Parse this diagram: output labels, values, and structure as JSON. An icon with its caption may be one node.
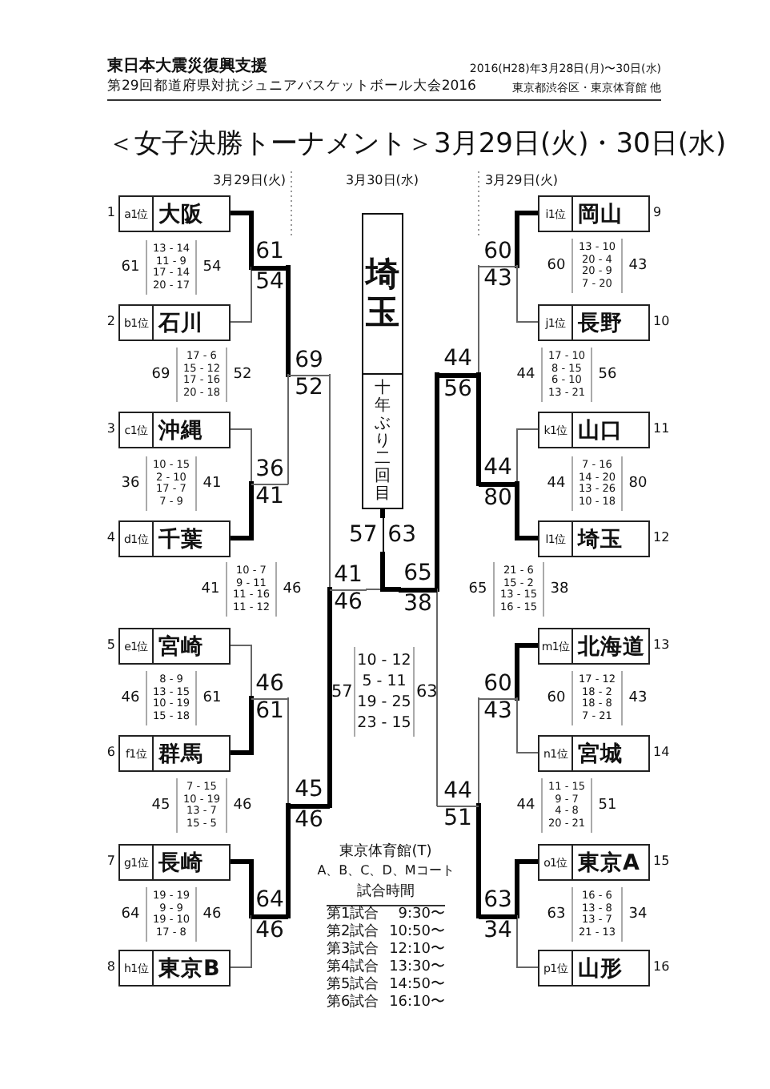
{
  "diagram": {
    "title": "＜女子決勝トーナメント＞3月29日(火)・30日(水)",
    "nodes": [
      {
        "text": [
          "a1位",
          "大阪"
        ],
        "beside": [
          "1"
        ]
      },
      {
        "text": [
          "b1位",
          "石川"
        ],
        "beside": [
          "2"
        ]
      },
      {
        "text": [
          "c1位",
          "沖縄"
        ],
        "beside": [
          "3"
        ]
      },
      {
        "text": [
          "d1位",
          "千葉"
        ],
        "beside": [
          "4"
        ]
      },
      {
        "text": [
          "e1位",
          "宮崎"
        ],
        "beside": [
          "5"
        ]
      },
      {
        "text": [
          "f1位",
          "群馬"
        ],
        "beside": [
          "6"
        ]
      },
      {
        "text": [
          "g1位",
          "長崎"
        ],
        "beside": [
          "7"
        ]
      },
      {
        "text": [
          "h1位",
          "東京B"
        ],
        "beside": [
          "8"
        ]
      },
      {
        "text": [
          "i1位",
          "岡山"
        ],
        "beside": [
          "9"
        ]
      },
      {
        "text": [
          "j1位",
          "長野"
        ],
        "beside": [
          "10"
        ]
      },
      {
        "text": [
          "k1位",
          "山口"
        ],
        "beside": [
          "11"
        ]
      },
      {
        "text": [
          "l1位",
          "埼玉"
        ],
        "beside": [
          "12"
        ]
      },
      {
        "text": [
          "m1位",
          "北海道"
        ],
        "beside": [
          "13"
        ]
      },
      {
        "text": [
          "n1位",
          "宮城"
        ],
        "beside": [
          "14"
        ]
      },
      {
        "text": [
          "o1位",
          "東京A"
        ],
        "beside": [
          "15"
        ]
      },
      {
        "text": [
          "p1位",
          "山形"
        ],
        "beside": [
          "16"
        ]
      },
      {
        "text": [
          "埼玉",
          "十年ぶり二回目"
        ]
      },
      {
        "text": [
          "57",
          "63"
        ]
      },
      {
        "text": [
          "61",
          "54"
        ]
      },
      {
        "text": [
          "36",
          "41"
        ]
      },
      {
        "text": [
          "69",
          "52"
        ]
      },
      {
        "text": [
          "46",
          "61"
        ]
      },
      {
        "text": [
          "64",
          "46"
        ]
      },
      {
        "text": [
          "45",
          "46"
        ]
      },
      {
        "text": [
          "41",
          "46"
        ]
      },
      {
        "text": [
          "60",
          "43"
        ]
      },
      {
        "text": [
          "44",
          "80"
        ]
      },
      {
        "text": [
          "44",
          "56"
        ]
      },
      {
        "text": [
          "60",
          "43"
        ]
      },
      {
        "text": [
          "63",
          "34"
        ]
      },
      {
        "text": [
          "44",
          "51"
        ]
      },
      {
        "text": [
          "65",
          "38"
        ]
      }
    ],
    "edges": [
      {
        "from": 0,
        "to": 18,
        "arrow": "none"
      },
      {
        "from": 1,
        "to": 18,
        "arrow": "none",
        "color": "#666666"
      },
      {
        "from": 2,
        "to": 19,
        "arrow": "none",
        "color": "#666666"
      },
      {
        "from": 3,
        "to": 19,
        "arrow": "none"
      },
      {
        "from": 18,
        "to": 20,
        "arrow": "none"
      },
      {
        "from": 19,
        "to": 20,
        "arrow": "none",
        "color": "#666666"
      },
      {
        "from": 4,
        "to": 21,
        "arrow": "none",
        "color": "#666666"
      },
      {
        "from": 5,
        "to": 21,
        "arrow": "none"
      },
      {
        "from": 6,
        "to": 22,
        "arrow": "none"
      },
      {
        "from": 7,
        "to": 22,
        "arrow": "none",
        "color": "#666666"
      },
      {
        "from": 21,
        "to": 23,
        "arrow": "none",
        "color": "#666666"
      },
      {
        "from": 22,
        "to": 23,
        "arrow": "none"
      },
      {
        "from": 20,
        "to": 24,
        "arrow": "none",
        "color": "#666666"
      },
      {
        "from": 23,
        "to": 24,
        "arrow": "none"
      },
      {
        "from": 8,
        "to": 25,
        "arrow": "none"
      },
      {
        "from": 9,
        "to": 25,
        "arrow": "none",
        "color": "#666666"
      },
      {
        "from": 10,
        "to": 26,
        "arrow": "none",
        "color": "#666666"
      },
      {
        "from": 11,
        "to": 26,
        "arrow": "none"
      },
      {
        "from": 25,
        "to": 27,
        "arrow": "none",
        "color": "#666666"
      },
      {
        "from": 26,
        "to": 27,
        "arrow": "none"
      },
      {
        "from": 12,
        "to": 28,
        "arrow": "none"
      },
      {
        "from": 13,
        "to": 28,
        "arrow": "none",
        "color": "#666666"
      },
      {
        "from": 14,
        "to": 29,
        "arrow": "none"
      },
      {
        "from": 15,
        "to": 29,
        "arrow": "none",
        "color": "#666666"
      },
      {
        "from": 28,
        "to": 30,
        "arrow": "none",
        "color": "#666666"
      },
      {
        "from": 29,
        "to": 30,
        "arrow": "none"
      },
      {
        "from": 27,
        "to": 31,
        "arrow": "none"
      },
      {
        "from": 30,
        "to": 31,
        "arrow": "none",
        "color": "#666666"
      },
      {
        "from": 24,
        "to": 17,
        "arrow": "none",
        "color": "#666666"
      },
      {
        "from": 31,
        "to": 17,
        "arrow": "none"
      },
      {
        "from": 17,
        "to": 16,
        "arrow": "none"
      }
    ],
    "labels": [
      "東日本大震災復興支援",
      "2016(H28)年3月28日(月)〜30日(水)",
      "第29回都道府県対抗ジュニアバスケットボール大会2016",
      "東京都渋谷区・東京体育館 他",
      "3月29日(火)",
      "3月30日(水)",
      "3月29日(火)",
      "61",
      "13 - 14",
      "11 - 9",
      "17 - 14",
      "20 - 17",
      "54",
      "69",
      "17 - 6",
      "15 - 12",
      "17 - 16",
      "20 - 18",
      "52",
      "36",
      "10 - 15",
      "2 - 10",
      "17 - 7",
      "7 - 9",
      "41",
      "41",
      "10 - 7",
      "9 - 11",
      "11 - 16",
      "11 - 12",
      "46",
      "46",
      "8 - 9",
      "13 - 15",
      "10 - 19",
      "15 - 18",
      "61",
      "45",
      "7 - 15",
      "10 - 19",
      "13 - 7",
      "15 - 5",
      "46",
      "64",
      "19 - 19",
      "9 - 9",
      "19 - 10",
      "17 - 8",
      "46",
      "57",
      "10 - 12",
      "5 - 11",
      "19 - 25",
      "23 - 15",
      "63",
      "60",
      "13 - 10",
      "20 - 4",
      "20 - 9",
      "7 - 20",
      "43",
      "44",
      "17 - 10",
      "8 - 15",
      "6 - 10",
      "13 - 21",
      "56",
      "44",
      "7 - 16",
      "14 - 20",
      "13 - 26",
      "10 - 18",
      "80",
      "65",
      "21 - 6",
      "15 - 2",
      "13 - 15",
      "16 - 15",
      "38",
      "60",
      "17 - 12",
      "18 - 2",
      "18 - 8",
      "7 - 21",
      "43",
      "44",
      "11 - 15",
      "9 - 7",
      "4 - 8",
      "20 - 21",
      "51",
      "63",
      "16 - 6",
      "13 - 8",
      "13 - 7",
      "21 - 13",
      "34",
      "東京体育館(T)",
      "A、B、C、D、Mコート",
      "試合時間",
      "第1試合",
      "9:30〜",
      "第2試合",
      "10:50〜",
      "第3試合",
      "12:10〜",
      "第4試合",
      "13:30〜",
      "第5試合",
      "14:50〜",
      "第6試合",
      "16:10〜"
    ]
  }
}
